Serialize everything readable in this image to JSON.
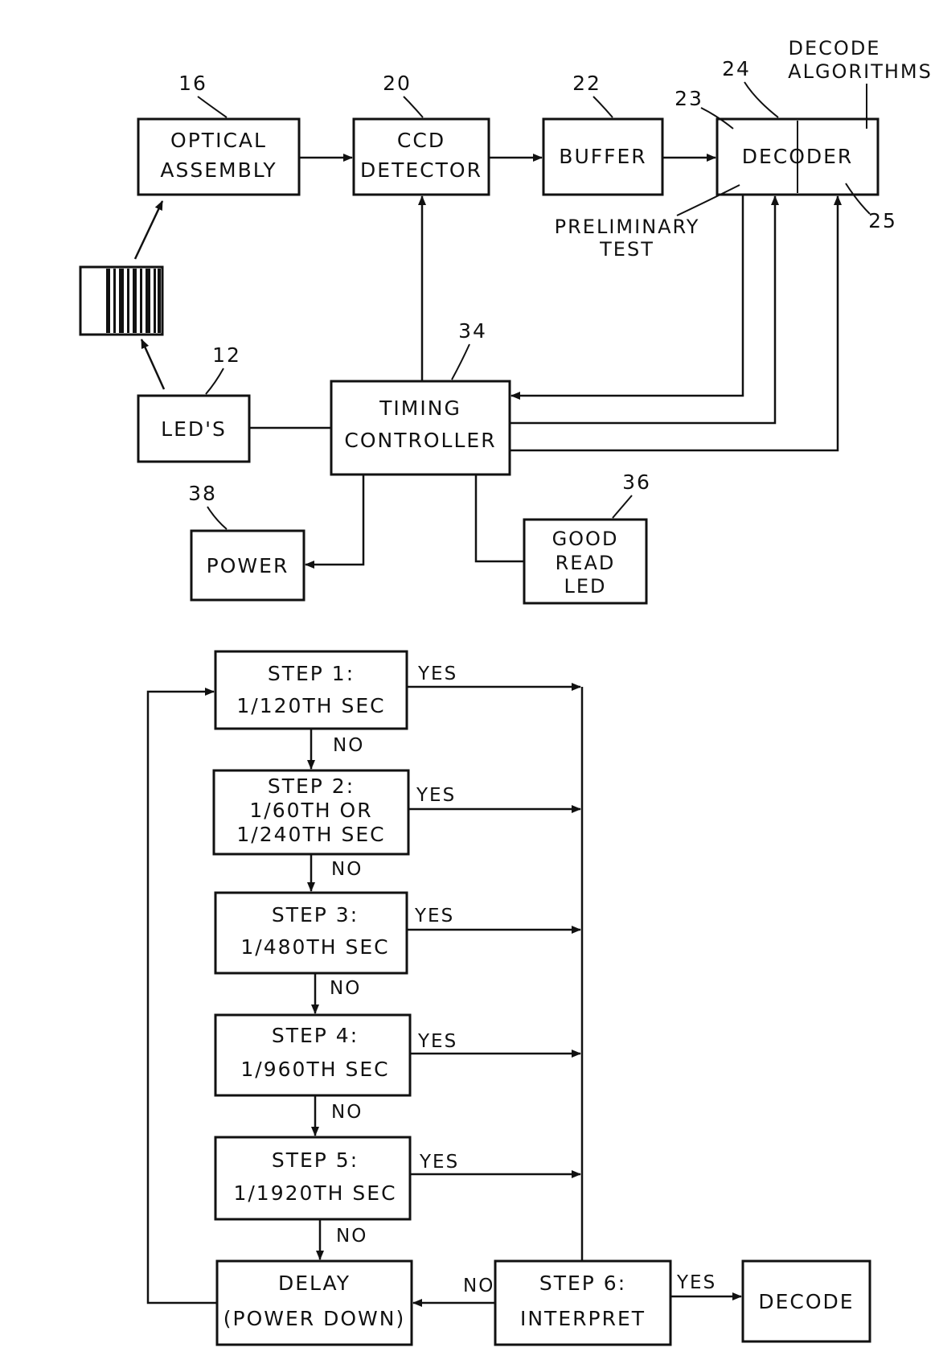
{
  "block_diagram": {
    "optical_assembly": {
      "ref": "16",
      "line1": "OPTICAL",
      "line2": "ASSEMBLY"
    },
    "ccd_detector": {
      "ref": "20",
      "line1": "CCD",
      "line2": "DETECTOR"
    },
    "buffer": {
      "ref": "22",
      "label": "BUFFER"
    },
    "decoder": {
      "label": "DECODER",
      "ref_23": "23",
      "ref_24": "24",
      "ref_25": "25"
    },
    "decode_algorithms": {
      "line1": "DECODE",
      "line2": "ALGORITHMS"
    },
    "preliminary_test": {
      "line1": "PRELIMINARY",
      "line2": "TEST"
    },
    "leds": {
      "ref": "12",
      "label": "LED'S"
    },
    "timing_controller": {
      "ref": "34",
      "line1": "TIMING",
      "line2": "CONTROLLER"
    },
    "power": {
      "ref": "38",
      "label": "POWER"
    },
    "good_read_led": {
      "ref": "36",
      "line1": "GOOD",
      "line2": "READ",
      "line3": "LED"
    }
  },
  "flowchart": {
    "step1": {
      "line1": "STEP 1:",
      "line2": "1/120TH SEC"
    },
    "step2": {
      "line1": "STEP 2:",
      "line2": "1/60TH OR",
      "line3": "1/240TH SEC"
    },
    "step3": {
      "line1": "STEP 3:",
      "line2": "1/480TH SEC"
    },
    "step4": {
      "line1": "STEP 4:",
      "line2": "1/960TH SEC"
    },
    "step5": {
      "line1": "STEP 5:",
      "line2": "1/1920TH SEC"
    },
    "step6": {
      "line1": "STEP 6:",
      "line2": "INTERPRET"
    },
    "delay": {
      "line1": "DELAY",
      "line2": "(POWER DOWN)"
    },
    "decode": {
      "label": "DECODE"
    },
    "yes_label": "YES",
    "no_label": "NO"
  }
}
